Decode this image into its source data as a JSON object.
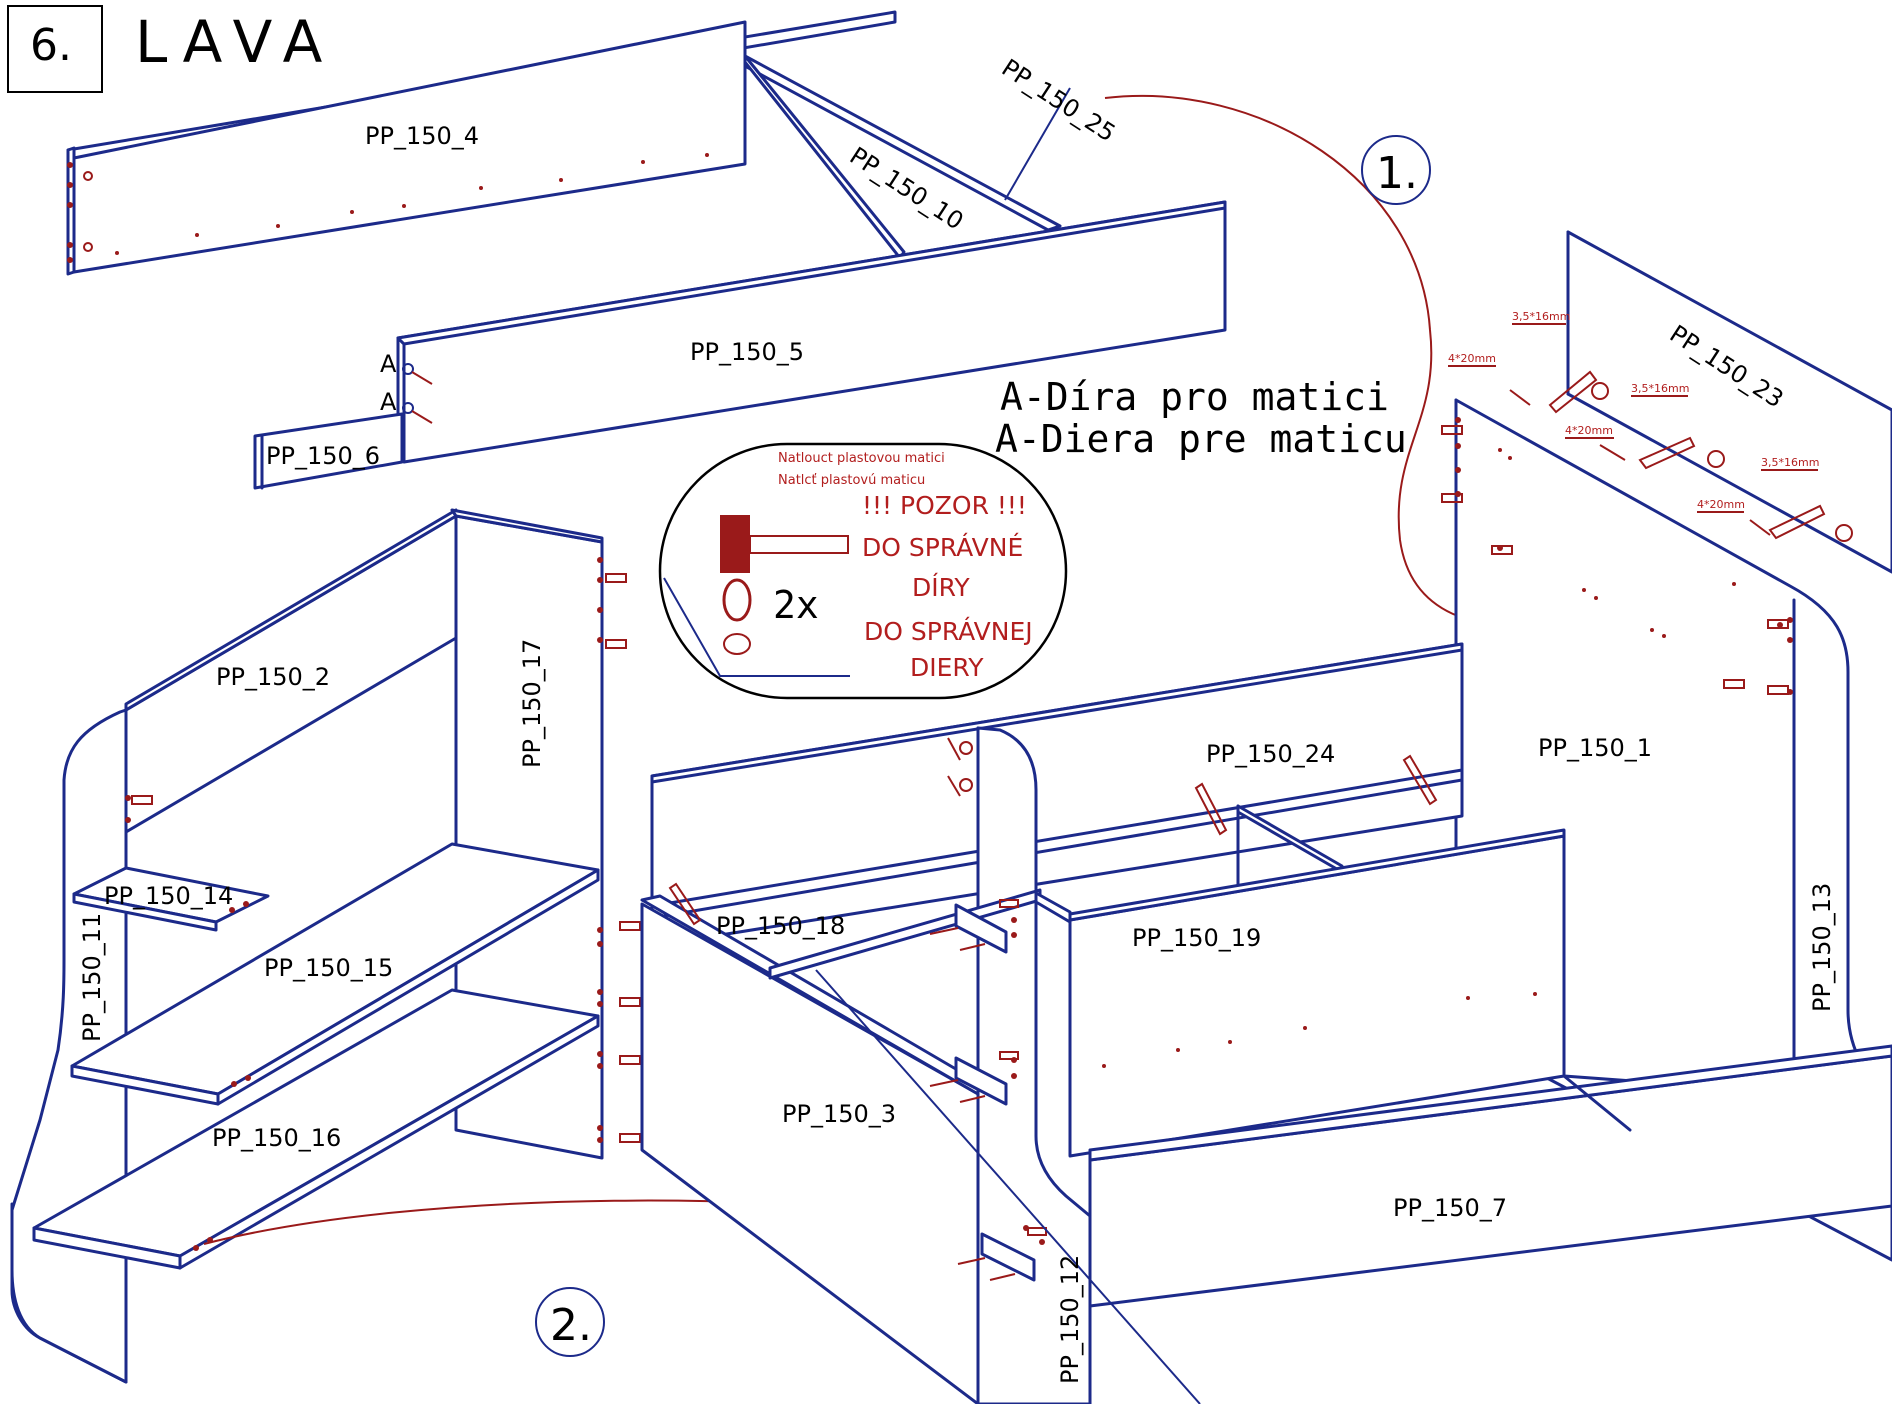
{
  "header": {
    "step_number": "6.",
    "title": "LAVA"
  },
  "steps": {
    "step1": "1.",
    "step2": "2."
  },
  "note": {
    "line1": "A-Díra pro matici",
    "line2": "A-Diera pre maticu",
    "marker": "A"
  },
  "warning": {
    "hammer_text_cz": "Natlouct plastovou matici",
    "hammer_text_sk": "Natlcť plastovú maticu",
    "alert": "!!! POZOR !!!",
    "cz_1": "DO SPRÁVNÉ",
    "cz_2": "DÍRY",
    "sk_1": "DO SPRÁVNEJ",
    "sk_2": "DIERY",
    "quantity": "2x"
  },
  "screws": {
    "s1": "3,5*16mm",
    "s2": "4*20mm",
    "s3": "3,5*16mm",
    "s4": "4*20mm",
    "s5": "3,5*16mm",
    "s6": "4*20mm"
  },
  "parts": {
    "p4": "PP_150_4",
    "p25": "PP_150_25",
    "p10": "PP_150_10",
    "p5": "PP_150_5",
    "p6": "PP_150_6",
    "p23": "PP_150_23",
    "p2": "PP_150_2",
    "p17": "PP_150_17",
    "p14": "PP_150_14",
    "p11": "PP_150_11",
    "p15": "PP_150_15",
    "p16": "PP_150_16",
    "p24": "PP_150_24",
    "p1": "PP_150_1",
    "p18": "PP_150_18",
    "p19": "PP_150_19",
    "p13": "PP_150_13",
    "p3": "PP_150_3",
    "p7": "PP_150_7",
    "p12": "PP_150_12"
  },
  "colors": {
    "panel_line": "#1c2a8a",
    "hardware": "#9a1a1a",
    "warning_text": "#b21e1e"
  }
}
